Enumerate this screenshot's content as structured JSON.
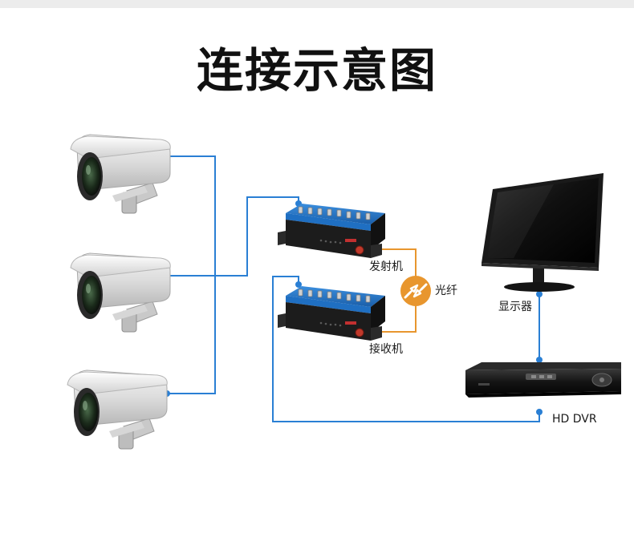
{
  "title": "连接示意图",
  "labels": {
    "transmitter": "发射机",
    "fiber": "光纤",
    "receiver": "接收机",
    "monitor": "显示器",
    "dvr": "HD DVR"
  },
  "colors": {
    "wire_blue": "#2a7fd4",
    "fiber_orange": "#e8962e",
    "device_blue": "#1f6fc2",
    "device_dark": "#1c1c1c"
  },
  "icons": [
    "camera-icon",
    "fiber-transmitter-icon",
    "fiber-receiver-icon",
    "fiber-link-icon",
    "monitor-icon",
    "dvr-icon"
  ]
}
